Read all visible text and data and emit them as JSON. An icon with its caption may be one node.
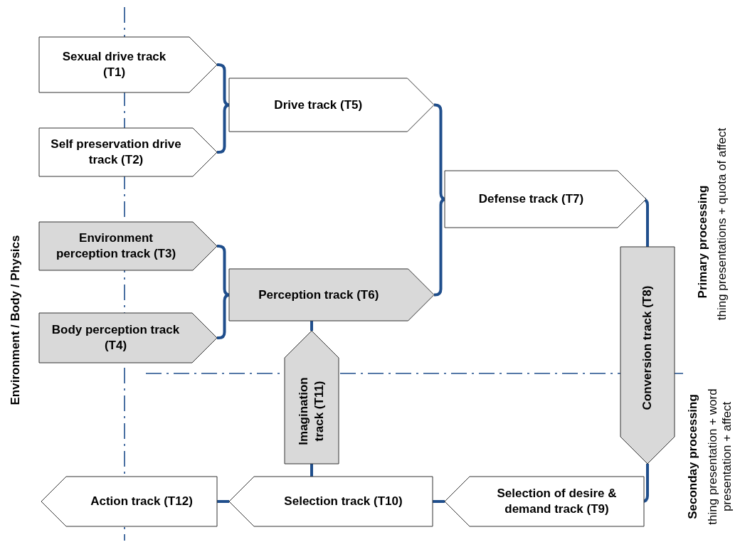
{
  "diagram": {
    "nodes": [
      {
        "text": [
          "Sexual drive track (T1)"
        ]
      },
      {
        "text": [
          "Self preservation drive track (T2)"
        ]
      },
      {
        "text": [
          "Environment perception track (T3)"
        ]
      },
      {
        "text": [
          "Body perception track (T4)"
        ]
      },
      {
        "text": [
          "Drive track (T5)"
        ]
      },
      {
        "text": [
          "Perception track (T6)"
        ]
      },
      {
        "text": [
          "Defense track (T7)"
        ]
      },
      {
        "text": [
          "Conversion track (T8)"
        ]
      },
      {
        "text": [
          "Selection of desire & demand track (T9)"
        ]
      },
      {
        "text": [
          "Selection track (T10)"
        ]
      },
      {
        "text": [
          "Imagination track (T11)"
        ]
      },
      {
        "text": [
          "Action track (T12)"
        ]
      }
    ],
    "edges": [
      {
        "from": 0,
        "to": 4,
        "arrow": "none"
      },
      {
        "from": 1,
        "to": 4,
        "arrow": "none"
      },
      {
        "from": 2,
        "to": 5,
        "arrow": "none"
      },
      {
        "from": 3,
        "to": 5,
        "arrow": "none"
      },
      {
        "from": 4,
        "to": 6,
        "arrow": "none"
      },
      {
        "from": 5,
        "to": 6,
        "arrow": "none"
      },
      {
        "from": 6,
        "to": 7,
        "arrow": "none"
      },
      {
        "from": 7,
        "to": 8,
        "arrow": "none"
      },
      {
        "from": 8,
        "to": 9,
        "arrow": "none"
      },
      {
        "from": 9,
        "to": 11,
        "arrow": "none"
      },
      {
        "from": 5,
        "to": 10,
        "arrow": "none"
      },
      {
        "from": 10,
        "to": 9,
        "arrow": "none"
      }
    ],
    "labels": [
      "Environment / Body / Physics",
      "Primary processing",
      "thing presentations + quota of affect",
      "Seconday processing",
      "thing presentation + word presentation + affect"
    ]
  }
}
